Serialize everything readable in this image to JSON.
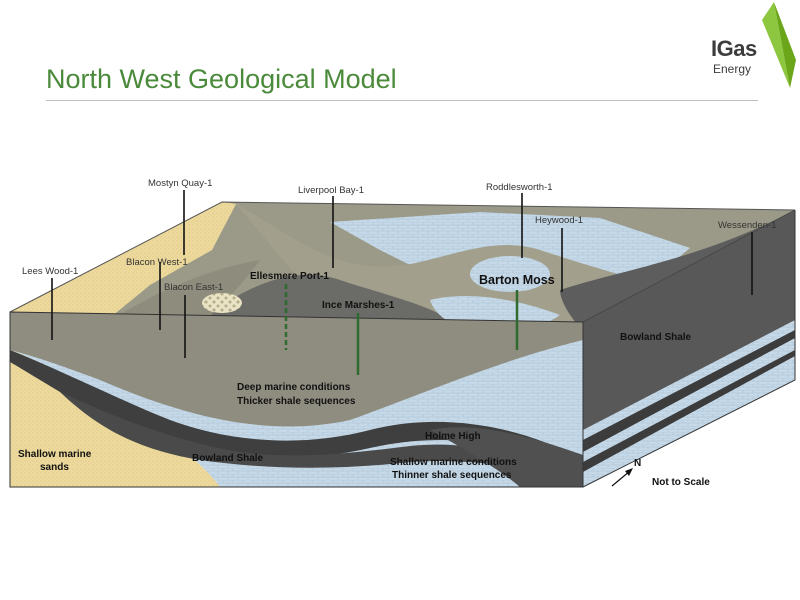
{
  "title": "North West Geological Model",
  "logo": {
    "line1": "IGas",
    "line2": "Energy",
    "accent": "#7ab51d"
  },
  "colors": {
    "title": "#4a8a3a",
    "sand": "#ecd89a",
    "shale": "#5d5d5d",
    "grey": "#9a9888",
    "blue": "#c3d6e6"
  },
  "wells": {
    "mostyn_quay": "Mostyn Quay-1",
    "lees_wood": "Lees Wood-1",
    "blacon_west": "Blacon West-1",
    "blacon_east": "Blacon East-1",
    "liverpool_bay": "Liverpool Bay-1",
    "ellesmere_port": "Ellesmere Port-1",
    "ince_marshes": "Ince Marshes-1",
    "roddlesworth": "Roddlesworth-1",
    "heywood": "Heywood-1",
    "barton_moss": "Barton Moss",
    "wessenden": "Wessenden-1"
  },
  "labels": {
    "bowland_shale_right": "Bowland Shale",
    "bowland_shale_front": "Bowland Shale",
    "deep_marine_1": "Deep marine conditions",
    "deep_marine_2": "Thicker shale sequences",
    "holme_high": "Holme High",
    "shallow_marine_1": "Shallow marine conditions",
    "shallow_marine_2": "Thinner shale sequences",
    "sands_1": "Shallow marine",
    "sands_2": "sands",
    "north": "N",
    "scale": "Not to Scale"
  }
}
